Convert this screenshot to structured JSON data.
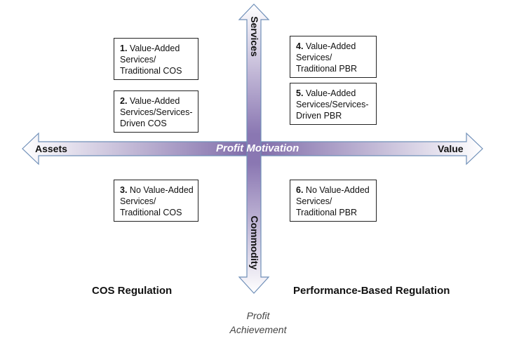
{
  "axes": {
    "horizontal_left": "Assets",
    "horizontal_right": "Value",
    "horizontal_center": "Profit Motivation",
    "vertical_top": "Services",
    "vertical_bottom": "Commodity",
    "vertical_bottom_caption_line1": "Profit",
    "vertical_bottom_caption_line2": "Achievement"
  },
  "boxes": [
    {
      "num": "1.",
      "line1": "Value-Added",
      "line2": "Services/",
      "line3": "Traditional COS"
    },
    {
      "num": "2.",
      "line1": "Value-Added",
      "line2": "Services/Services-",
      "line3": "Driven COS"
    },
    {
      "num": "3.",
      "line1": "No Value-Added",
      "line2": "Services/",
      "line3": "Traditional COS"
    },
    {
      "num": "4.",
      "line1": "Value-Added",
      "line2": "Services/",
      "line3": "Traditional PBR"
    },
    {
      "num": "5.",
      "line1": "Value-Added",
      "line2": "Services/Services-",
      "line3": "Driven PBR"
    },
    {
      "num": "6.",
      "line1": "No Value-Added",
      "line2": "Services/",
      "line3": "Traditional PBR"
    }
  ],
  "regions": {
    "left": "COS Regulation",
    "right": "Performance-Based Regulation"
  },
  "colors": {
    "arrow_dark": "#7e6aa8",
    "arrow_light": "#ffffff",
    "arrow_stroke": "#6f8fb8"
  }
}
